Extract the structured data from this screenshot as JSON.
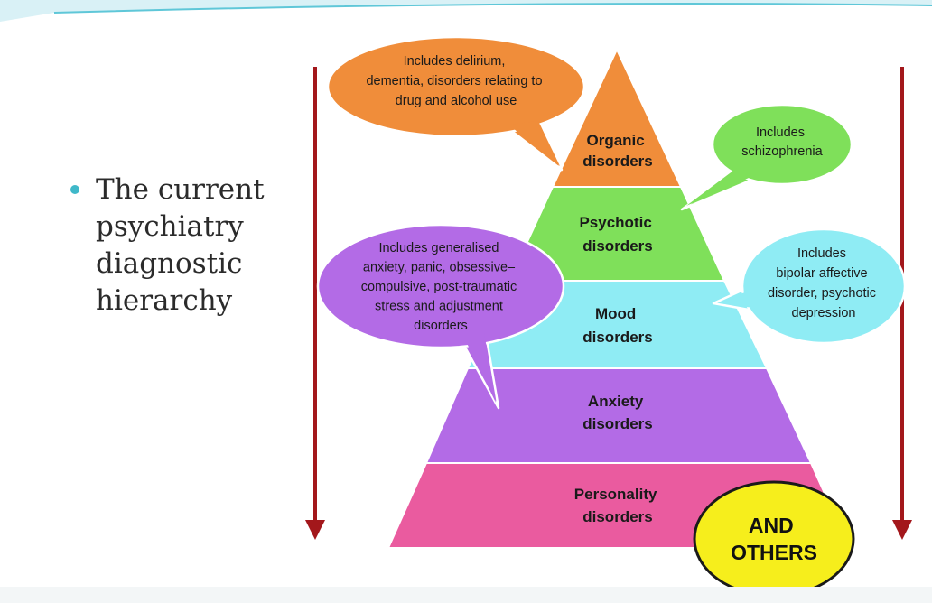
{
  "bullet": {
    "lines": [
      "The current",
      "psychiatry",
      "diagnostic",
      "hierarchy"
    ]
  },
  "levels": [
    {
      "lines": [
        "Organic",
        "disorders"
      ],
      "color": "#f08d3a"
    },
    {
      "lines": [
        "Psychotic",
        "disorders"
      ],
      "color": "#7fe05a"
    },
    {
      "lines": [
        "Mood",
        "disorders"
      ],
      "color": "#8fecf4"
    },
    {
      "lines": [
        "Anxiety",
        "disorders"
      ],
      "color": "#b36be6"
    },
    {
      "lines": [
        "Personality",
        "disorders"
      ],
      "color": "#ea5b9f"
    }
  ],
  "callouts": {
    "organic": {
      "lines": [
        "Includes delirium,",
        "dementia, disorders relating to",
        "drug and alcohol use"
      ],
      "color": "#f08d3a"
    },
    "psychotic": {
      "lines": [
        "Includes",
        "schizophrenia"
      ],
      "color": "#7fe05a"
    },
    "mood": {
      "lines": [
        "Includes",
        "bipolar affective",
        "disorder, psychotic",
        "depression"
      ],
      "color": "#8fecf4"
    },
    "anxiety": {
      "lines": [
        "Includes generalised",
        "anxiety, panic, obsessive–",
        "compulsive, post-traumatic",
        "stress and adjustment",
        "disorders"
      ],
      "color": "#b36be6"
    }
  },
  "others": {
    "lines": [
      "AND",
      "OTHERS"
    ],
    "color": "#f6ee1c"
  },
  "arrow_color": "#a3171b"
}
